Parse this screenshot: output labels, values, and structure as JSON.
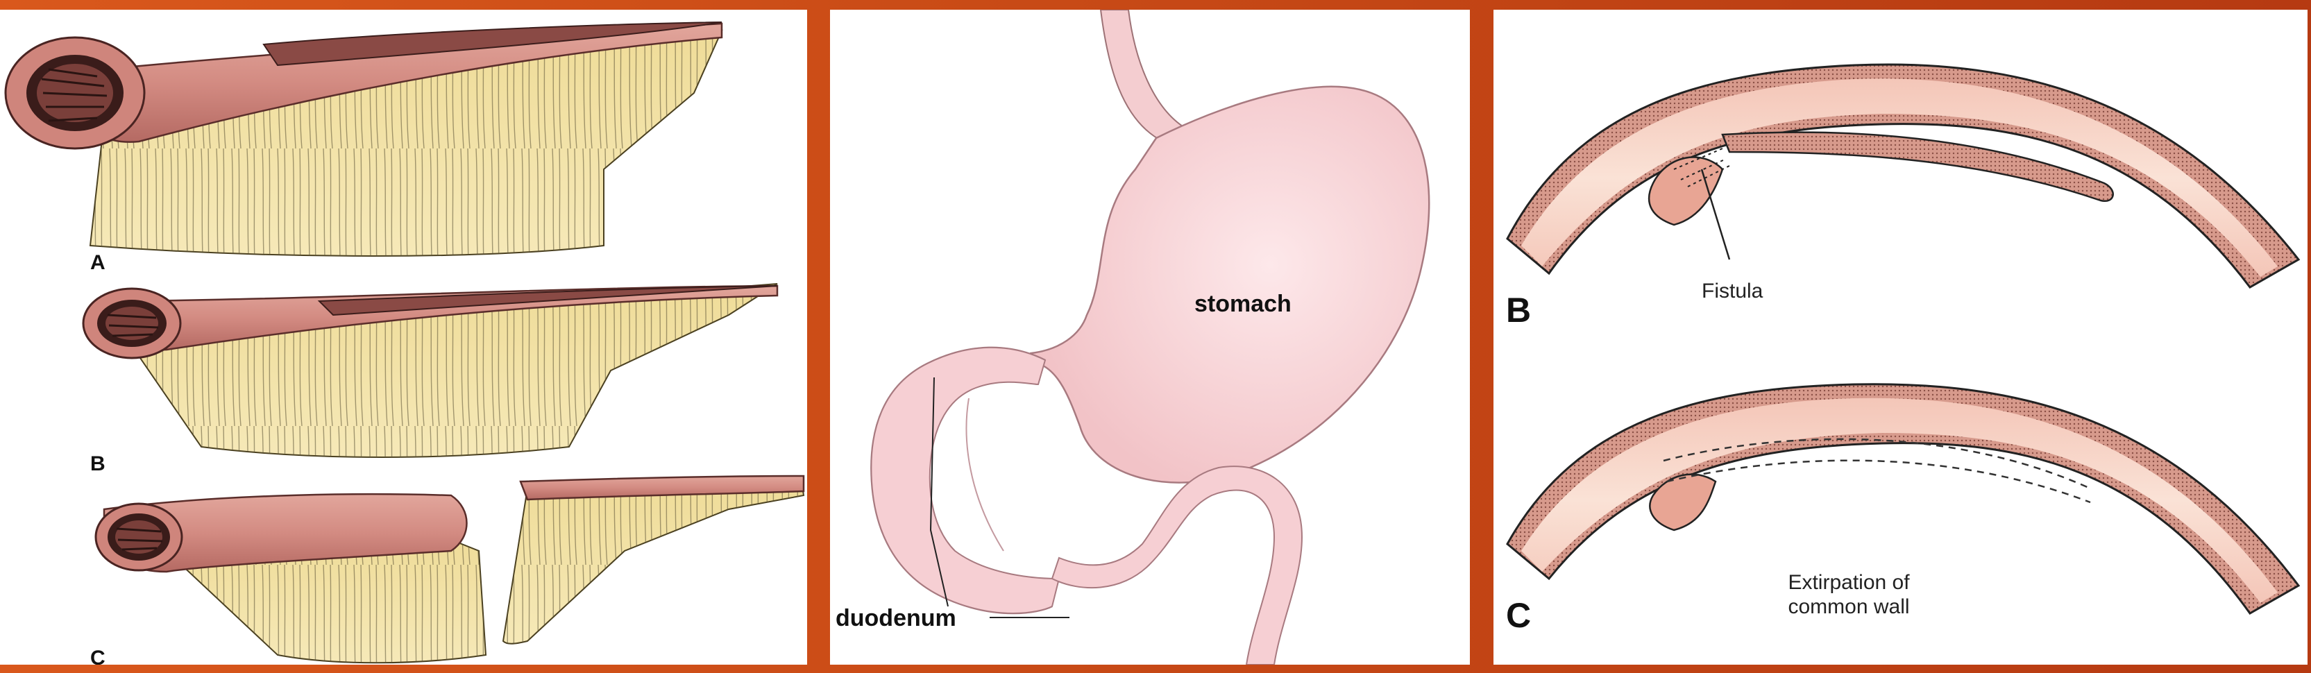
{
  "panels": {
    "left": {
      "labels": [
        "A",
        "B",
        "C"
      ]
    },
    "middle": {
      "labels": {
        "stomach": "stomach",
        "duodenum": "duodenum"
      }
    },
    "right": {
      "panel_b_letter": "B",
      "panel_c_letter": "C",
      "fistula": "Fistula",
      "extirpation_line1": "Extirpation of",
      "extirpation_line2": "common wall"
    }
  },
  "colors": {
    "frame": "#c84a16",
    "intestine": "#d9968c",
    "intestine_dark": "#b86d66",
    "mesentery": "#f2e1a3",
    "stomach": "#f7d4d6",
    "stomach_edge": "#a87a80",
    "wall": "#d98e82",
    "lumen": "#f8d6c8"
  }
}
